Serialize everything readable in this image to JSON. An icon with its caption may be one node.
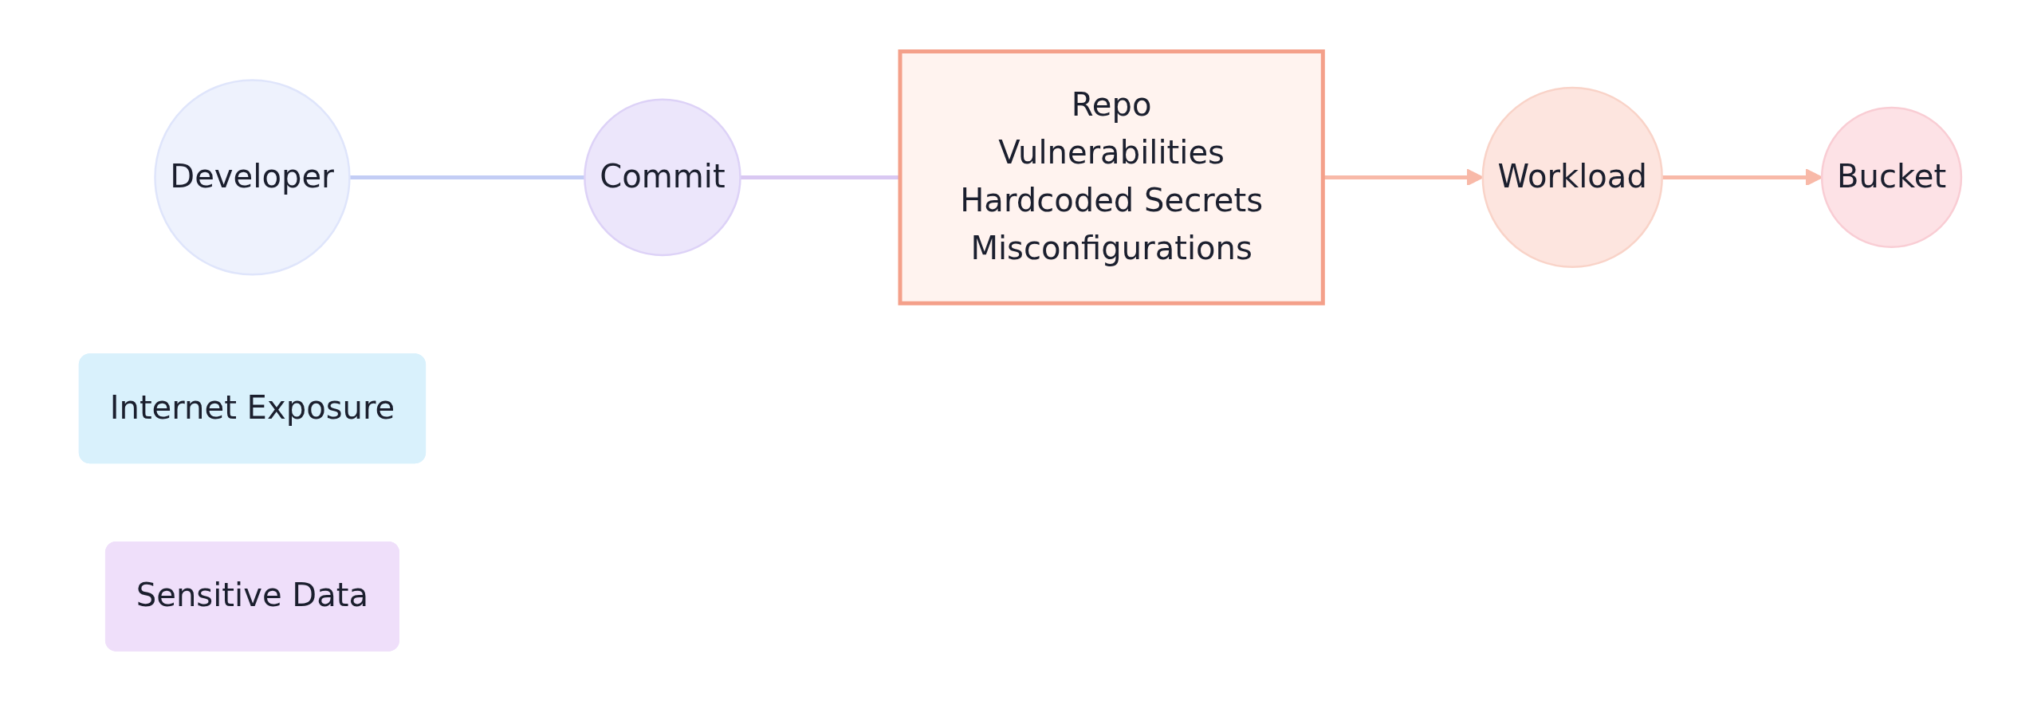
{
  "diagram": {
    "nodes": [
      {
        "text": [
          "Developer"
        ]
      },
      {
        "text": [
          "Commit"
        ]
      },
      {
        "text": [
          "Repo",
          "Vulnerabilities",
          "Hardcoded Secrets",
          "Misconfigurations"
        ]
      },
      {
        "text": [
          "Workload"
        ]
      },
      {
        "text": [
          "Bucket"
        ]
      },
      {
        "text": [
          "Internet Exposure"
        ]
      },
      {
        "text": [
          "Sensitive Data"
        ]
      }
    ],
    "edges": [
      {
        "from": 0,
        "to": 1,
        "arrow": "none",
        "color": "#c3cdf5"
      },
      {
        "from": 1,
        "to": 2,
        "arrow": "none",
        "color": "#d9c8f2"
      },
      {
        "from": 2,
        "to": 3,
        "arrow": "to",
        "color": "#f8b9a8"
      },
      {
        "from": 3,
        "to": 4,
        "arrow": "to",
        "color": "#f8b9a8"
      }
    ]
  }
}
